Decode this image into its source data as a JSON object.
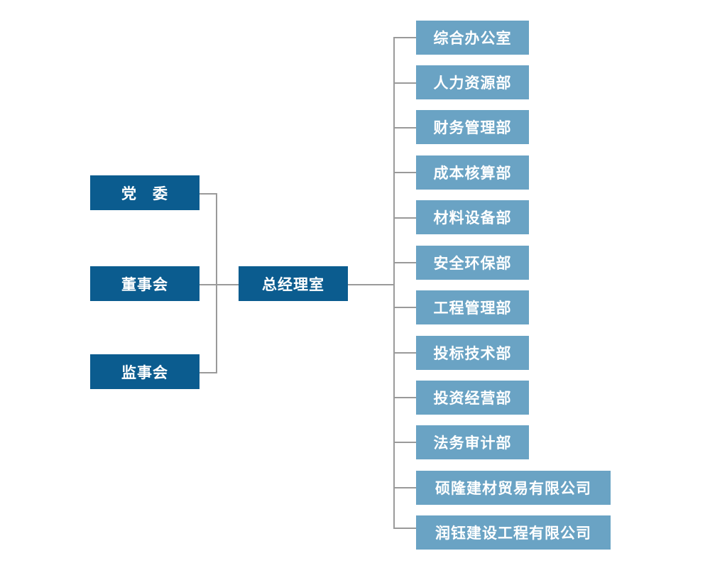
{
  "governance": {
    "party": "党　委",
    "board": "董事会",
    "supervisors": "监事会"
  },
  "center": {
    "gm_office": "总经理室"
  },
  "departments": [
    "综合办公室",
    "人力资源部",
    "财务管理部",
    "成本核算部",
    "材料设备部",
    "安全环保部",
    "工程管理部",
    "投标技术部",
    "投资经营部",
    "法务审计部",
    "硕隆建材贸易有限公司",
    "润钰建设工程有限公司"
  ],
  "colors": {
    "dark_box": "#0b5c8f",
    "light_box": "#6aa3c4",
    "connector": "#9a9a9a"
  }
}
